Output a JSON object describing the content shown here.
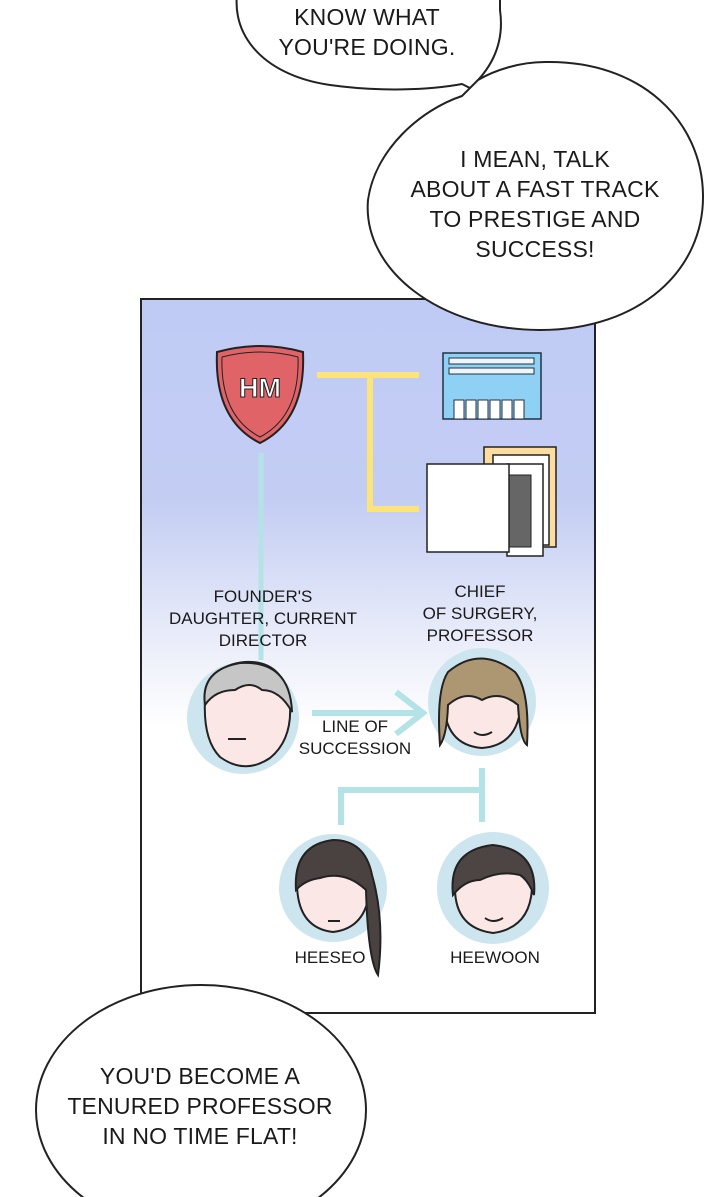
{
  "bubbles": {
    "top": [
      "KNOW WHAT",
      "YOU'RE DOING."
    ],
    "right": [
      "I MEAN, TALK",
      "ABOUT A FAST TRACK",
      "TO PRESTIGE AND",
      "SUCCESS!"
    ],
    "bottom": [
      "YOU'D BECOME A",
      "TENURED PROFESSOR",
      "IN NO TIME FLAT!"
    ]
  },
  "diagram": {
    "logo_text": "HM",
    "founder_label": [
      "FOUNDER'S",
      "DAUGHTER, CURRENT",
      "DIRECTOR"
    ],
    "chief_label": [
      "CHIEF",
      "OF SURGERY,",
      "PROFESSOR"
    ],
    "arrow_label": [
      "LINE OF",
      "SUCCESSION"
    ],
    "child1": "HEESEO",
    "child2": "HEEWOON"
  },
  "colors": {
    "panel_top": "#c0cbf5",
    "connector": "#b3e3e6",
    "yellow_line": "#fce47a",
    "shield": "#e06368",
    "face_circle": "#cde5ef"
  }
}
